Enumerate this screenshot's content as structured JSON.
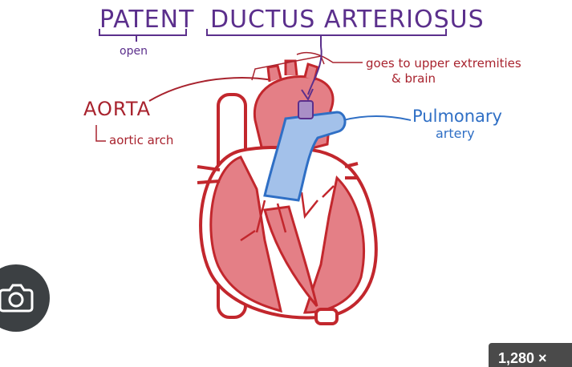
{
  "title": {
    "word1": "PATENT",
    "word2": "DUCTUS ARTERIOSUS"
  },
  "notes": {
    "open": "open",
    "goes_line1": "goes to upper extremities",
    "goes_line2": "& brain",
    "aorta": "AORTA",
    "aortic_arch": "aortic arch",
    "pulmonary_line1": "Pulmonary",
    "pulmonary_line2": "artery"
  },
  "overlay": {
    "image_size": "1,280 ×"
  },
  "colors": {
    "ink_purple": "#5b2f8c",
    "ink_red": "#a8232e",
    "heart_outline": "#c2272d",
    "heart_fill": "#e47f86",
    "aorta_fill": "#e77f85",
    "pulmonary_blue": "#a3c1ea",
    "pulmonary_outline": "#2f6fc5",
    "duct_purple": "#a98fc6"
  }
}
